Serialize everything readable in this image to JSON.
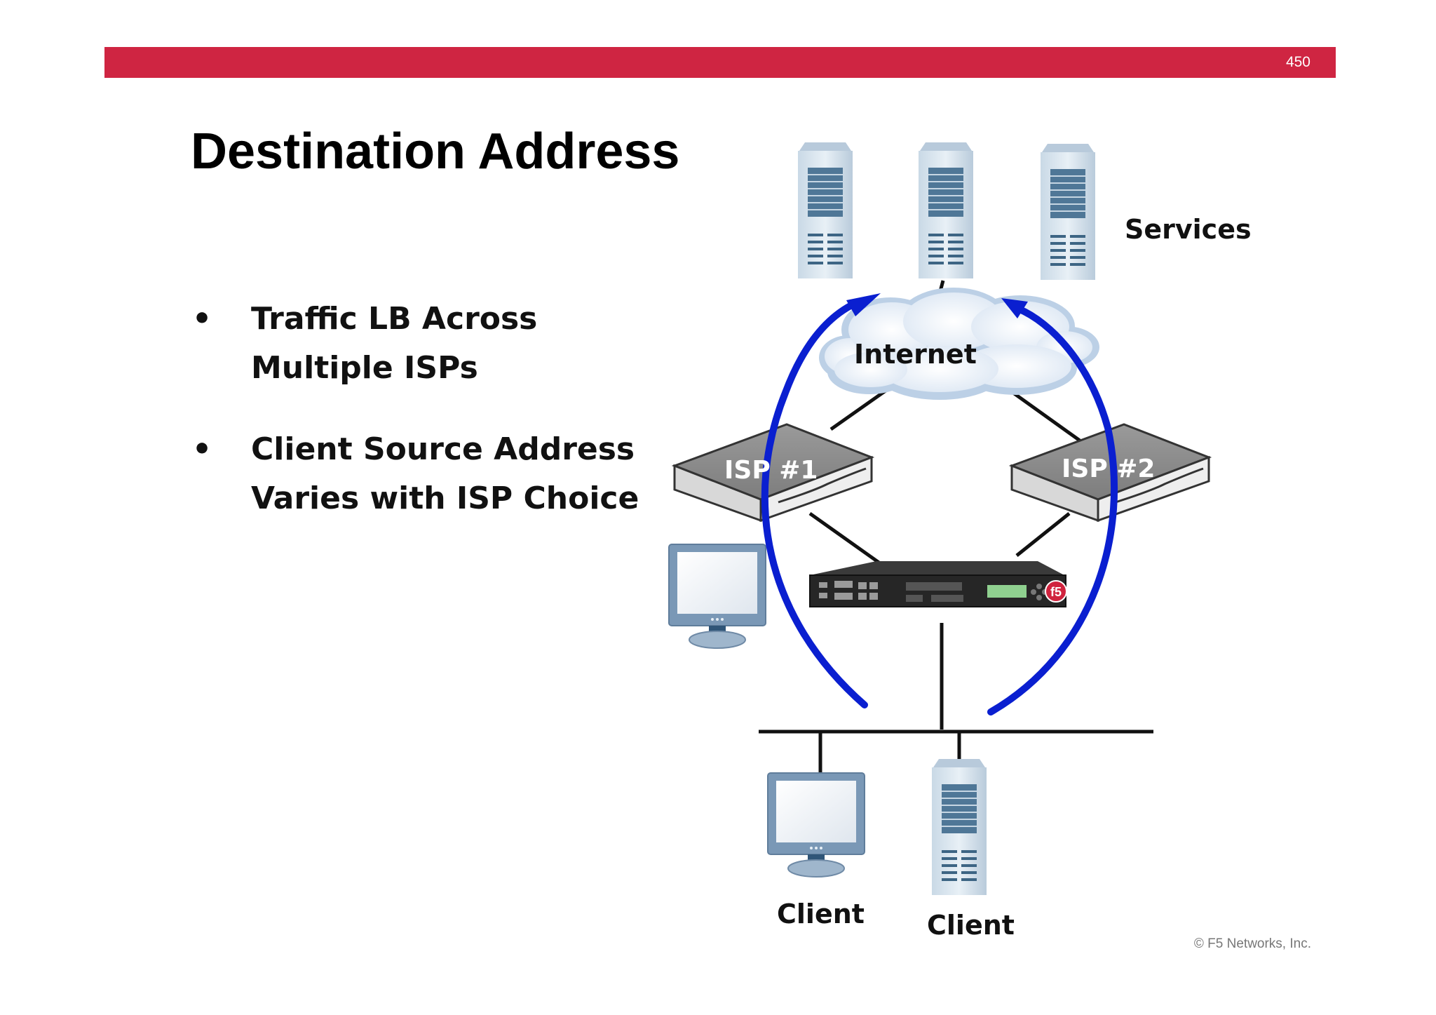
{
  "header": {
    "page_number": "450",
    "bar_color": "#cf2542"
  },
  "slide": {
    "title": "Destination Address",
    "bullets": [
      {
        "lines": [
          "Traffic LB Across",
          "Multiple ISPs"
        ]
      },
      {
        "lines": [
          "Client Source Address",
          "Varies with ISP Choice"
        ]
      }
    ]
  },
  "diagram": {
    "services_label": "Services",
    "internet_label": "Internet",
    "isp1_label": "ISP #1",
    "isp2_label": "ISP #2",
    "client_label_1": "Client",
    "client_label_2": "Client",
    "device_logo": "f5",
    "arrow_color": "#0a1fd0",
    "icons": [
      "server-icon",
      "cloud-icon",
      "router-icon",
      "load-balancer-icon",
      "monitor-icon"
    ]
  },
  "footer": {
    "copyright": "© F5 Networks, Inc."
  }
}
